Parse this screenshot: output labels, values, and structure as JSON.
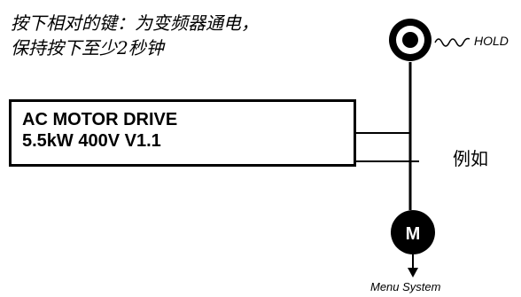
{
  "instruction": {
    "line1": "按下相对的键：为变频器通电，",
    "line2": "保持按下至少2秒钟"
  },
  "display": {
    "line1": "AC MOTOR DRIVE",
    "line2": "5.5kW 400V V1.1"
  },
  "hold_button": {
    "label": "HOLD"
  },
  "menu_button": {
    "label": "M"
  },
  "menu_system_label": "Menu System",
  "example_label": "例如",
  "colors": {
    "ink": "#000000",
    "background": "#ffffff"
  }
}
